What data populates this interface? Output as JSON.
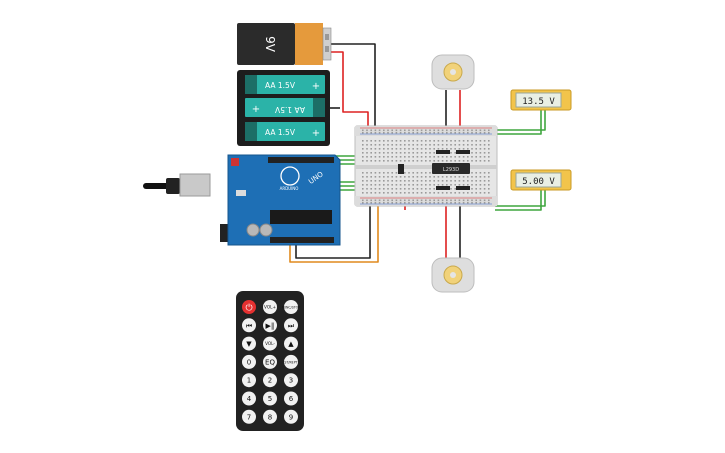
{
  "battery_9v": {
    "label": "9V"
  },
  "battery_pack": {
    "cells": [
      "AA 1.5V",
      "AA 1.5V",
      "AA 1.5V"
    ],
    "plus": "+"
  },
  "arduino": {
    "brand": "UNO",
    "sub": "ARDUINO"
  },
  "driver_ic": {
    "label": "L293D"
  },
  "meters": {
    "top": "13.5 V",
    "bottom": "5.00 V"
  },
  "remote": {
    "row1": [
      "",
      "VOL+",
      "FUNC/STOP"
    ],
    "row2": [
      "⏮",
      "▶‖",
      "⏭"
    ],
    "row3": [
      "▼",
      "VOL-",
      "▲"
    ],
    "row4": [
      "0",
      "EQ",
      "ST/REPT"
    ],
    "row5": [
      "1",
      "2",
      "3"
    ],
    "row6": [
      "4",
      "5",
      "6"
    ],
    "row7": [
      "7",
      "8",
      "9"
    ]
  },
  "colors": {
    "wire_green": "#3fa63f",
    "wire_red": "#d22",
    "wire_black": "#222",
    "wire_orange": "#e08a1e",
    "arduino_blue": "#1e6fb5",
    "battery_teal": "#2bb3a8"
  }
}
